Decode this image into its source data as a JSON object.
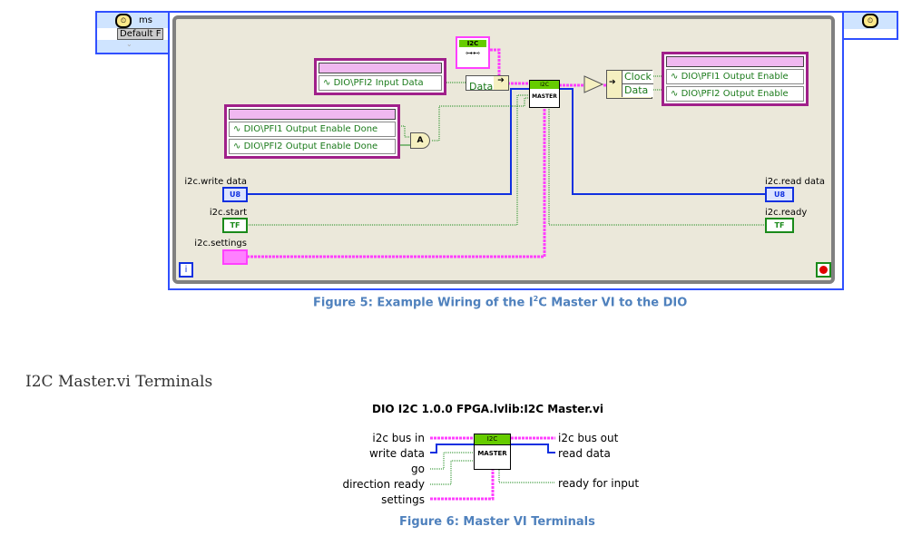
{
  "timed_loop": {
    "left_panel_unit": "ms",
    "left_panel_source": "Default F"
  },
  "nodes": {
    "input_data": [
      "DIO\\PFI2 Input Data"
    ],
    "output_enable_done": [
      "DIO\\PFI1 Output Enable Done",
      "DIO\\PFI2 Output Enable Done"
    ],
    "output_enable": [
      "DIO\\PFI1 Output Enable",
      "DIO\\PFI2 Output Enable"
    ],
    "unbundle_label": "Data",
    "bundle_labels": [
      "Clock",
      "Data"
    ],
    "and_gate": "A",
    "vi_top": "I2C",
    "vi_bottom": "MASTER",
    "constant_label": "I2C"
  },
  "terminals": {
    "write_data": {
      "label": "i2c.write data",
      "type": "U8"
    },
    "start": {
      "label": "i2c.start",
      "type": "TF"
    },
    "settings": {
      "label": "i2c.settings"
    },
    "read_data": {
      "label": "i2c.read data",
      "type": "U8"
    },
    "ready": {
      "label": "i2c.ready",
      "type": "TF"
    },
    "iteration": "i"
  },
  "figure5_caption": {
    "pre": "Figure 5: Example Wiring of the I",
    "sup": "2",
    "post": "C Master VI to the DIO"
  },
  "section_heading": "I2C Master.vi Terminals",
  "figure6": {
    "title": "DIO I2C 1.0.0 FPGA.lvlib:I2C Master.vi",
    "inputs": [
      "i2c bus in",
      "write data",
      "go",
      "direction ready",
      "settings"
    ],
    "outputs": [
      "i2c bus out",
      "read data",
      "ready for input"
    ],
    "icon_top": "I2C",
    "icon_bottom": "MASTER",
    "caption": "Figure 6: Master VI Terminals"
  },
  "colors": {
    "pink": "#ff40ff",
    "blue": "#1030e0",
    "green": "#1a8a1a",
    "caption": "#4f81bd",
    "frame": "#3050ff"
  }
}
